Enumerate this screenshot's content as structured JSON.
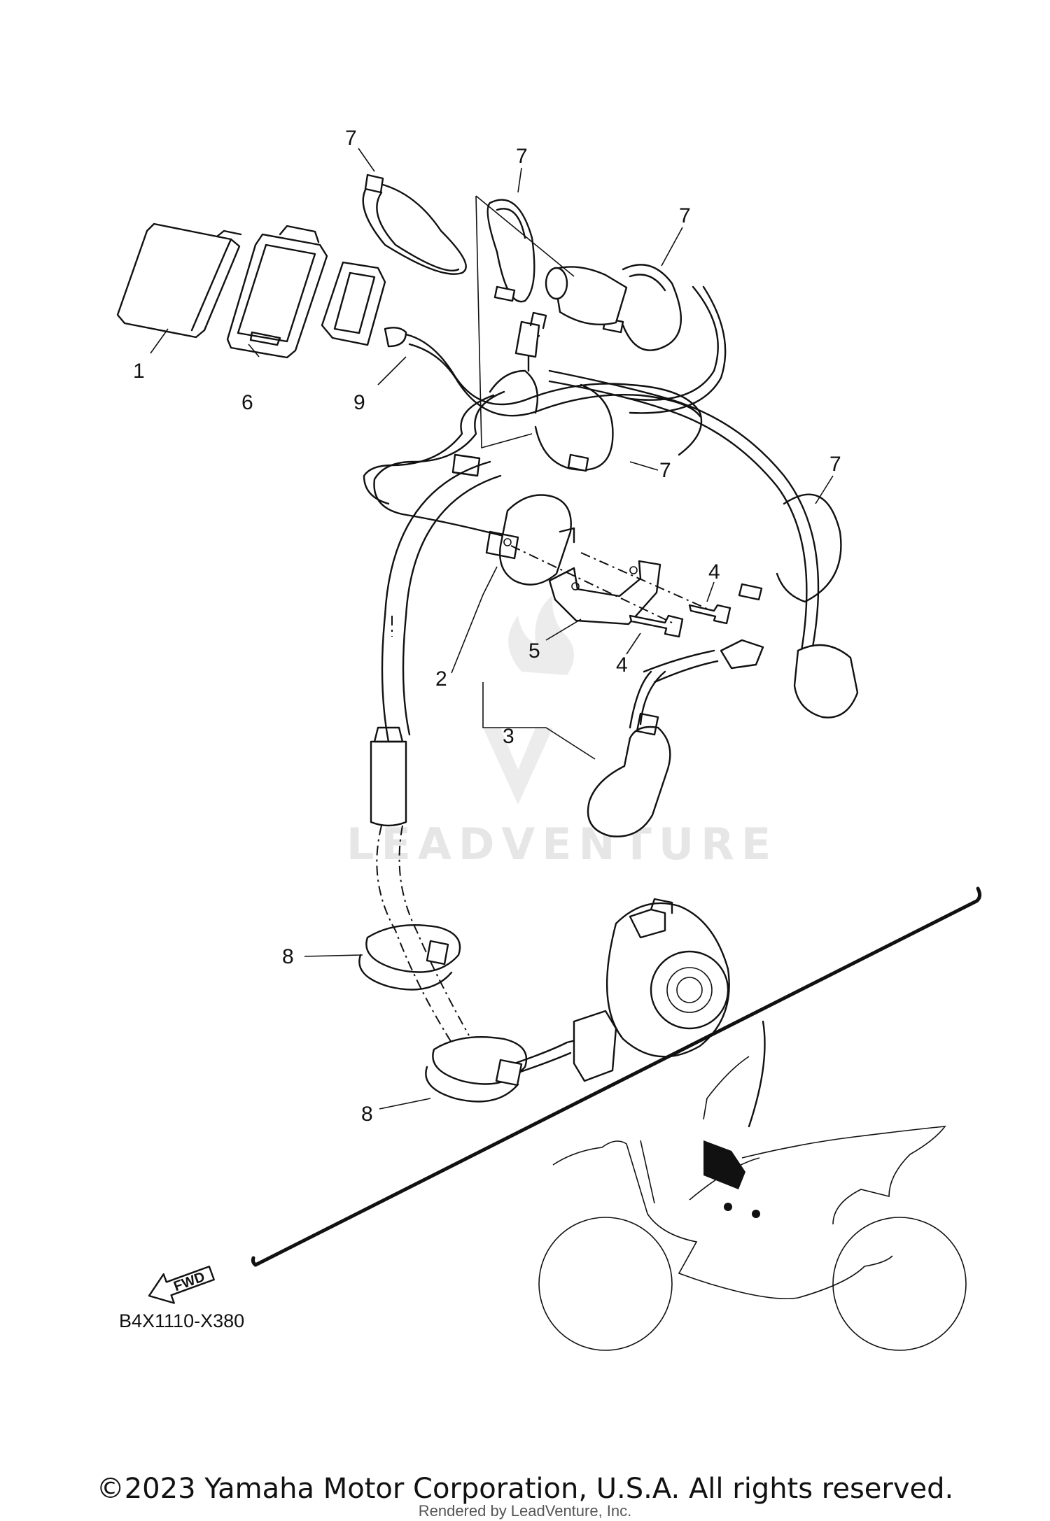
{
  "diagram": {
    "callouts": {
      "c1": "1",
      "c6": "6",
      "c9": "9",
      "c7a": "7",
      "c7b": "7",
      "c7c": "7",
      "c7d": "7",
      "c7e": "7",
      "c4a": "4",
      "c4b": "4",
      "c5": "5",
      "c2": "2",
      "c3": "3",
      "c8a": "8",
      "c8b": "8"
    },
    "fwd_label": "FWD",
    "diagram_code": "B4X1110-X380",
    "watermark": "LEADVENTURE"
  },
  "footer": {
    "copyright": "©2023 Yamaha Motor Corporation, U.S.A. All rights reserved.",
    "rendered_by": "Rendered by LeadVenture, Inc."
  }
}
